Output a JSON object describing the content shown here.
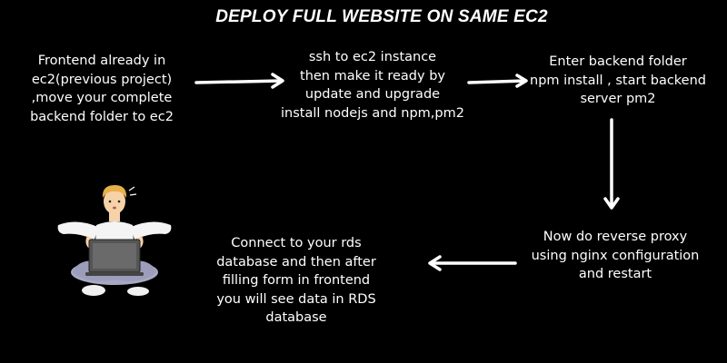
{
  "title": "DEPLOY FULL WEBSITE ON SAME EC2",
  "steps": [
    {
      "lines": [
        "Frontend already in",
        "ec2(previous project)",
        ",move your complete",
        "backend folder to ec2"
      ]
    },
    {
      "lines": [
        "ssh to ec2 instance",
        "then make it ready by",
        "update and upgrade",
        "install nodejs and npm,pm2"
      ]
    },
    {
      "lines": [
        "Enter backend folder",
        "npm install , start backend",
        "server pm2"
      ]
    },
    {
      "lines": [
        "Now do reverse proxy",
        "using nginx configuration",
        "and restart"
      ]
    },
    {
      "lines": [
        "Connect to your rds",
        "database and then after",
        "filling form in frontend",
        "you will see data in RDS",
        "database"
      ]
    }
  ],
  "colors": {
    "background": "#000000",
    "text": "#ffffff",
    "arrow": "#ffffff",
    "skin": "#f6d2a8",
    "hair": "#e8b04a",
    "pants": "#a8a8c4",
    "laptop": "#555555"
  },
  "illustration": "person-with-laptop-illustration"
}
